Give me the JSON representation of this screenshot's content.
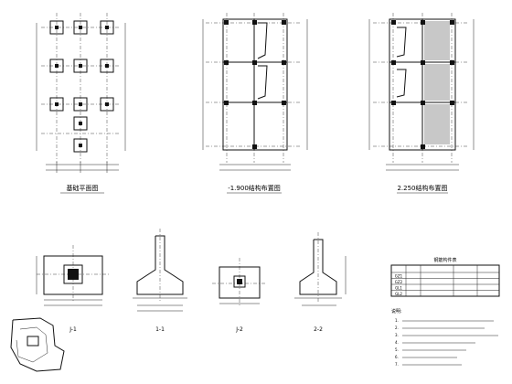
{
  "plans": {
    "foundation": {
      "title": "基础平面图"
    },
    "level_1": {
      "title": "-1.900结构布置图"
    },
    "level_2": {
      "title": "2.250结构布置图"
    }
  },
  "sections": {
    "j1": {
      "label": "J-1"
    },
    "s11": {
      "label": "1-1"
    },
    "j2": {
      "label": "J-2"
    },
    "s22": {
      "label": "2-2"
    }
  },
  "schedule": {
    "title": "钢筋构件表",
    "rows": [
      [
        "GZ1",
        "",
        "",
        "",
        "",
        "",
        ""
      ],
      [
        "GZ2",
        "",
        "",
        "",
        "",
        "",
        ""
      ],
      [
        "GL1",
        "",
        "",
        "",
        "",
        "",
        ""
      ],
      [
        "GL2",
        "",
        "",
        "",
        "",
        "",
        ""
      ]
    ]
  },
  "notes": {
    "heading": "说明:",
    "items": [
      "1.",
      "2.",
      "3.",
      "4.",
      "5.",
      "6.",
      "7."
    ]
  }
}
